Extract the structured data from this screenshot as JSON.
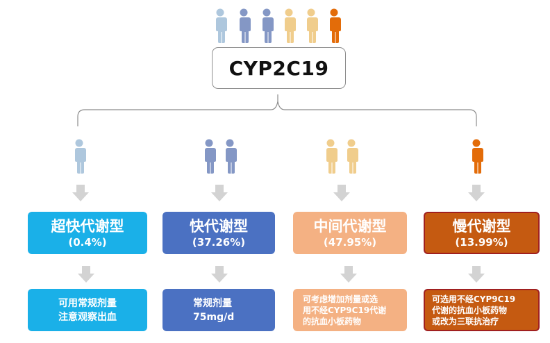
{
  "title": "CYP2C19",
  "colors": {
    "ultra": "#1ab0e8",
    "extensive": "#4b71c2",
    "intermediate": "#f4b183",
    "poor": "#c55a11",
    "person_light_blue": "#aec7dd",
    "person_blue": "#8497c5",
    "person_yellow": "#f0cd8c",
    "person_orange": "#e36c09",
    "arrow": "#d3d3d3"
  },
  "phenotypes": [
    {
      "name": "超快代谢型",
      "percent": "(0.4%)"
    },
    {
      "name": "快代谢型",
      "percent": "(37.26%)"
    },
    {
      "name": "中间代谢型",
      "percent": "(47.95%)"
    },
    {
      "name": "慢代谢型",
      "percent": "(13.99%)"
    }
  ],
  "recommendations": [
    {
      "lines": [
        "可用常规剂量",
        "注意观察出血"
      ]
    },
    {
      "lines": [
        "常规剂量",
        "75mg/d"
      ]
    },
    {
      "lines": [
        "可考虑增加剂量或选",
        "用不经CYP9C19代谢",
        "的抗血小板药物"
      ]
    },
    {
      "lines": [
        "可选用不经CYP9C19",
        "代谢的抗血小板药物",
        "或改为三联抗治疗"
      ]
    }
  ]
}
